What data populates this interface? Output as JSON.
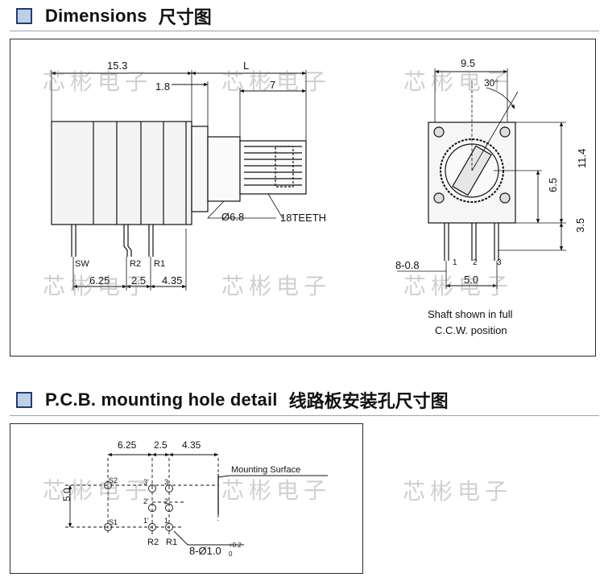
{
  "section1": {
    "title_en": "Dimensions",
    "title_zh": "尺寸图"
  },
  "section2": {
    "title_en": "P.C.B. mounting hole detail",
    "title_zh": "线路板安装孔尺寸图"
  },
  "side": {
    "dim_top_left": "15.3",
    "dim_top_right": "L",
    "dim_1_8": "1.8",
    "dim_7": "7",
    "dim_shaft": "Ø6.8",
    "teeth": "18TEETH",
    "pins": [
      "SW",
      "R2",
      "R1"
    ],
    "dim_bottom": [
      "6.25",
      "2.5",
      "4.35"
    ]
  },
  "front": {
    "dim_width": "9.5",
    "angle": "30°",
    "dim_11_4": "11.4",
    "dim_6_5": "6.5",
    "dim_3_5": "3.5",
    "dim_8_0_8": "8-0.8",
    "pin_numbers": [
      "1",
      "2",
      "3"
    ],
    "dim_5_0": "5.0",
    "note_line1": "Shaft shown in full",
    "note_line2": "C.C.W. position"
  },
  "pcb": {
    "dims": [
      "6.25",
      "2.5",
      "4.35"
    ],
    "mounting_surface": "Mounting Surface",
    "dim_5_0": "5.0",
    "hole_labels": {
      "s2": "S2",
      "s1": "S1",
      "p3p": "3'",
      "p2p": "2'",
      "p1p": "1'",
      "p3": "3",
      "p2": "2",
      "p1": "1"
    },
    "bottom_labels": [
      "R2",
      "R1"
    ],
    "hole_spec": "8-Ø1.0",
    "tol_upper": "+0.2",
    "tol_lower": "0"
  },
  "watermark": "芯彬电子"
}
